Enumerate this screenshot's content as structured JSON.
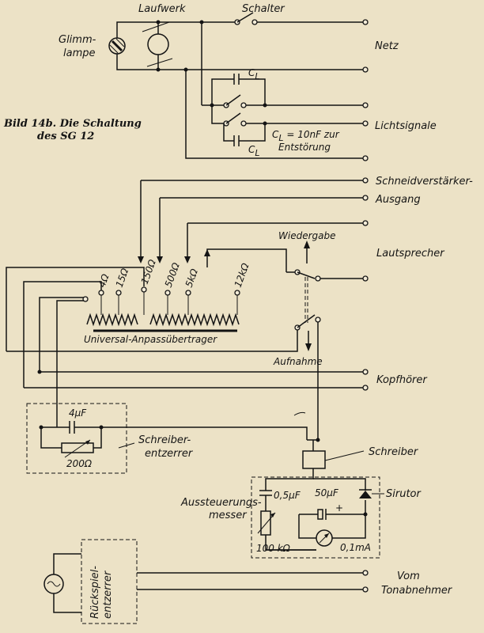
{
  "caption": {
    "line1": "Bild 14b. Die Schaltung",
    "line2": "des SG 12"
  },
  "labels": {
    "laufwerk": "Laufwerk",
    "schalter": "Schalter",
    "glimm1": "Glimm-",
    "glimm2": "lampe",
    "netz": "Netz",
    "cl_top": "C",
    "cl_bottom": "C",
    "cl_sub": "L",
    "cl_note_c": "C",
    "cl_note_l": "L",
    "cl_note_eq": " = 10nF zur",
    "cl_note2": "Entstörung",
    "lichtsignale": "Lichtsignale",
    "schneid1": "Schneidverstärker-",
    "schneid2": "Ausgang",
    "wiedergabe": "Wiedergabe",
    "lautsprecher": "Lautsprecher",
    "aufnahme": "Aufnahme",
    "kopfhoerer": "Kopfhörer",
    "uebertrager": "Universal-Anpassübertrager",
    "cap_4uf": "4µF",
    "res_200": "200Ω",
    "schreiberentzerrer1": "Schreiber-",
    "schreiberentzerrer2": "entzerrer",
    "schreiber": "Schreiber",
    "cap_05": "0,5µF",
    "cap_50": "50µF",
    "plus": "+",
    "sirutor": "Sirutor",
    "aussteuer1": "Aussteuerungs-",
    "aussteuer2": "messer",
    "res_100k": "100 kΩ",
    "meter": "0,1mA",
    "rueck1": "Rückspiel-",
    "rueck2": "entzerrer",
    "vom": "Vom",
    "tonabnehmer": "Tonabnehmer"
  },
  "taps": [
    "4Ω",
    "15Ω",
    "150Ω",
    "500Ω",
    "5kΩ",
    "12kΩ"
  ]
}
